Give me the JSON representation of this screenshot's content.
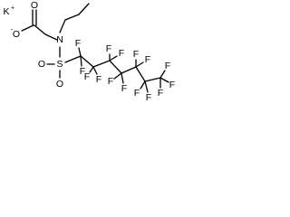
{
  "molecule": {
    "labels": {
      "potassium": "K",
      "potassium_charge": "+",
      "carboxylate_o_minus": "O",
      "carboxylate_o_charge": "-",
      "carbonyl_o": "O",
      "nitrogen": "N",
      "sulfur": "S",
      "sulfonyl_o_left": "O",
      "sulfonyl_o_bottom": "O",
      "f": "F"
    }
  }
}
